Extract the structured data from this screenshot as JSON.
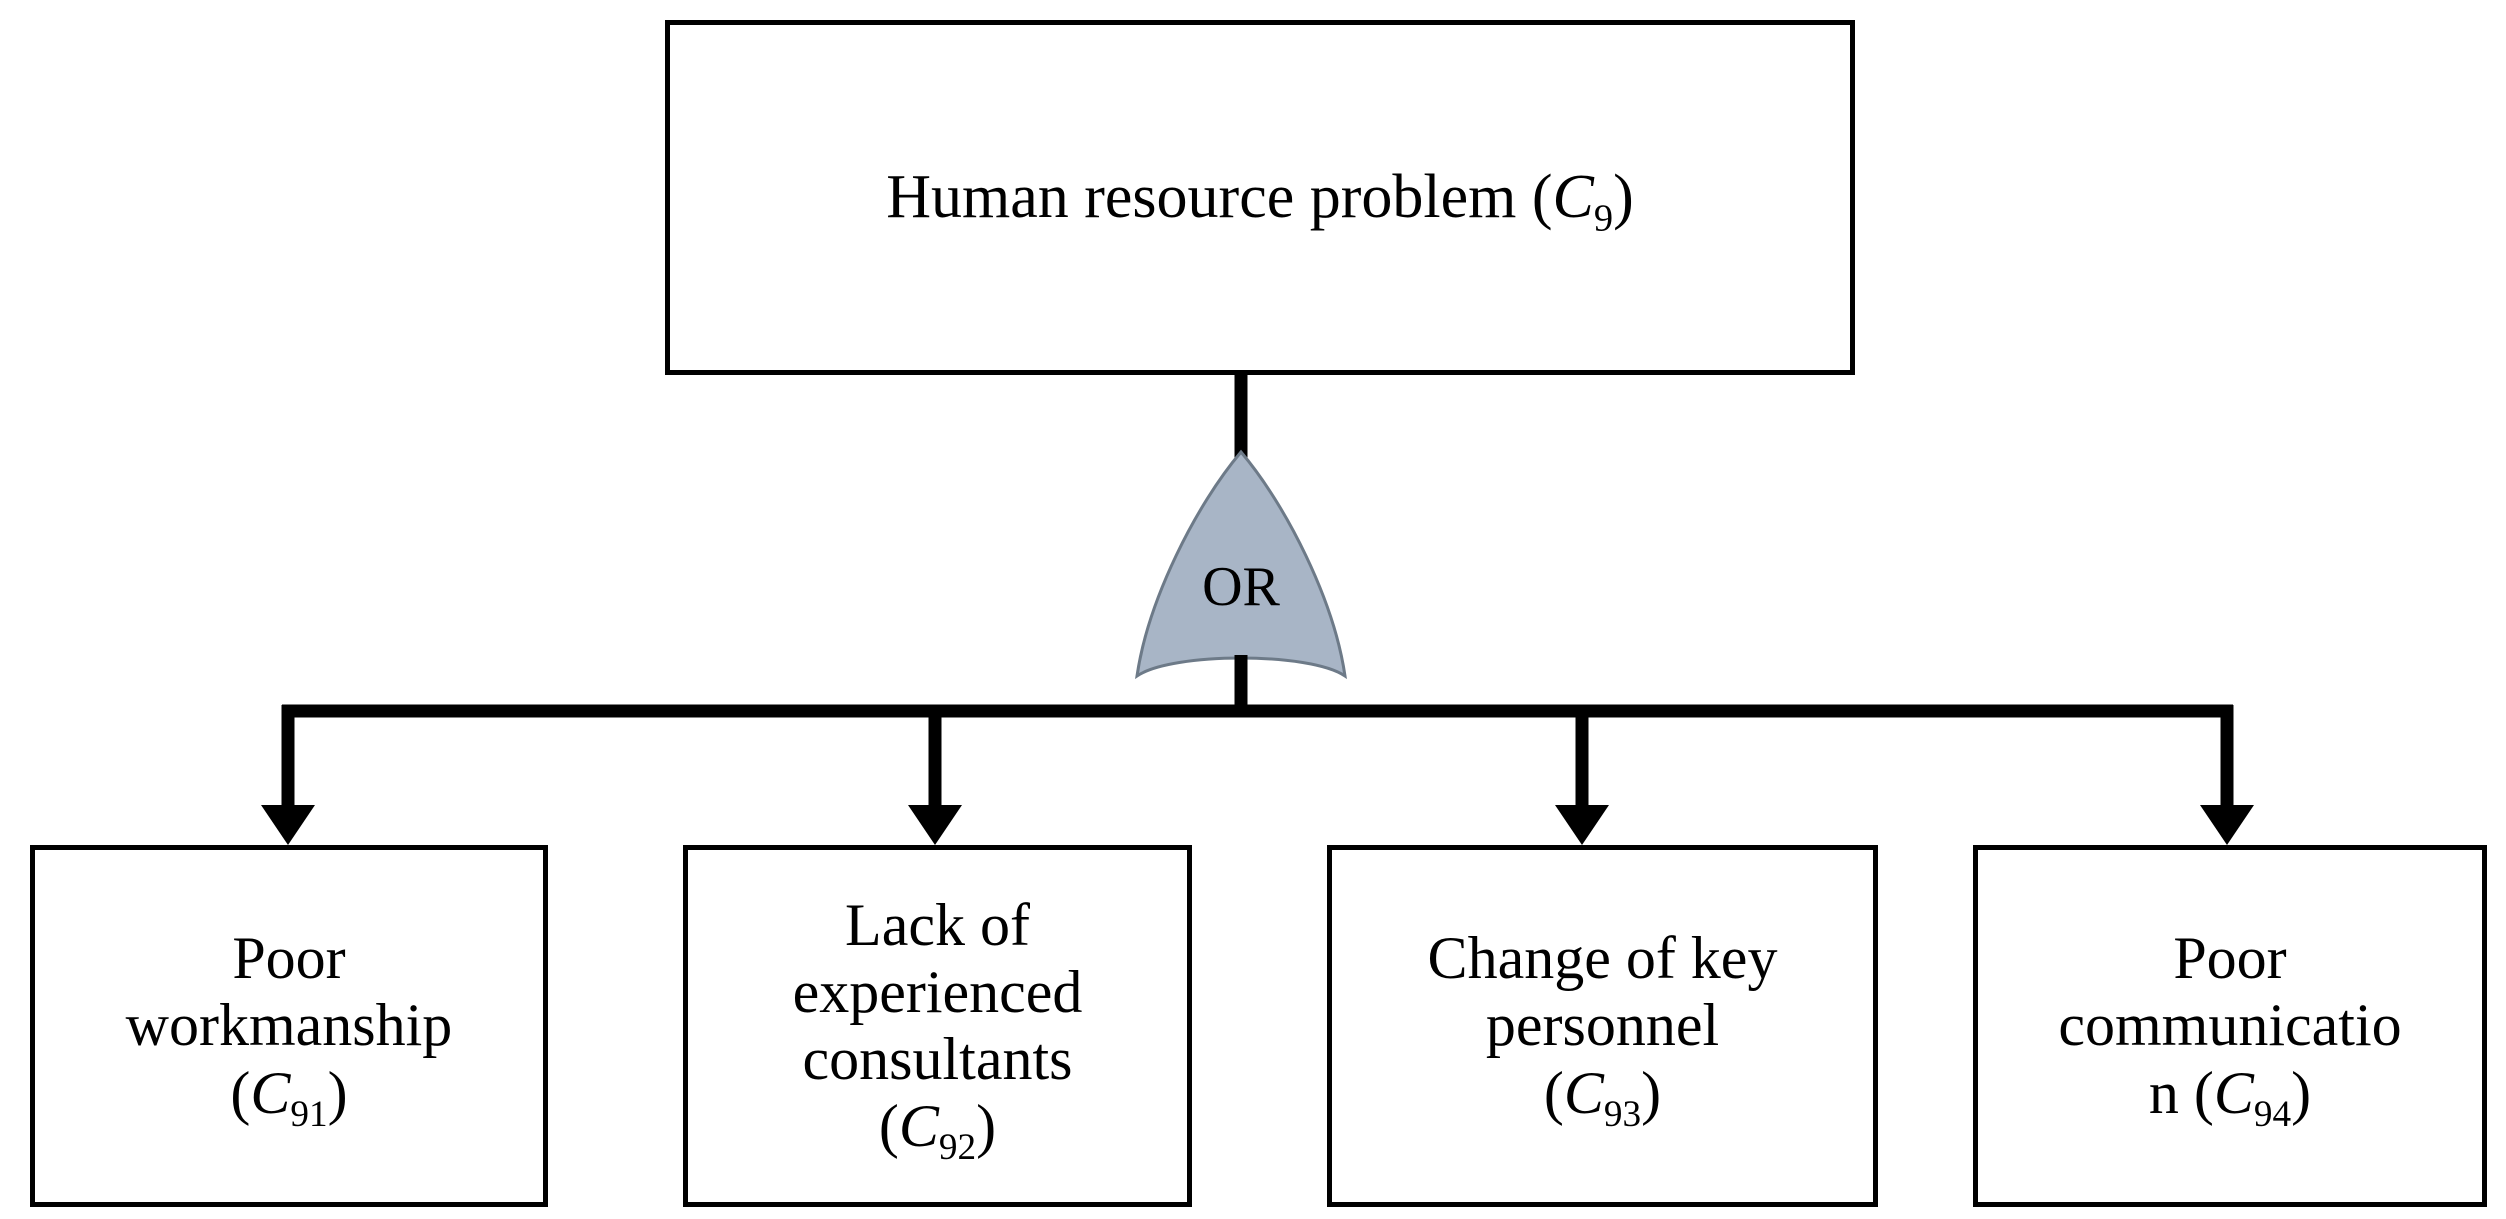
{
  "diagram": {
    "type": "fault-tree",
    "background_color": "#ffffff",
    "line_color": "#000000",
    "box_fill": "#ffffff",
    "gate_fill": "#a8b5c6",
    "gate_stroke": "#6d7a88"
  },
  "top_event": {
    "text": "Human resource problem (C9)",
    "prefix": "Human resource problem (",
    "symbol": "C",
    "subscript": "9",
    "suffix": ")",
    "code": "C9"
  },
  "gate": {
    "label": "OR",
    "kind": "or-gate",
    "fill": "#a8b5c6"
  },
  "leaves": [
    {
      "lines": "Poor\nworkmanship",
      "prefix": "(",
      "symbol": "C",
      "subscript": "91",
      "suffix": ")",
      "code": "C91",
      "text": "Poor workmanship (C91)"
    },
    {
      "lines": "Lack of\nexperienced\nconsultants",
      "prefix": "(",
      "symbol": "C",
      "subscript": "92",
      "suffix": ")",
      "code": "C92",
      "text": "Lack of experienced consultants (C92)"
    },
    {
      "lines": "Change of key\npersonnel",
      "prefix": "(",
      "symbol": "C",
      "subscript": "93",
      "suffix": ")",
      "code": "C93",
      "text": "Change of key personnel (C93)"
    },
    {
      "lines": "Poor\ncommunicatio\nn",
      "prefix": " (",
      "symbol": "C",
      "subscript": "94",
      "suffix": ")",
      "code": "C94",
      "text": "Poor communication (C94)"
    }
  ]
}
